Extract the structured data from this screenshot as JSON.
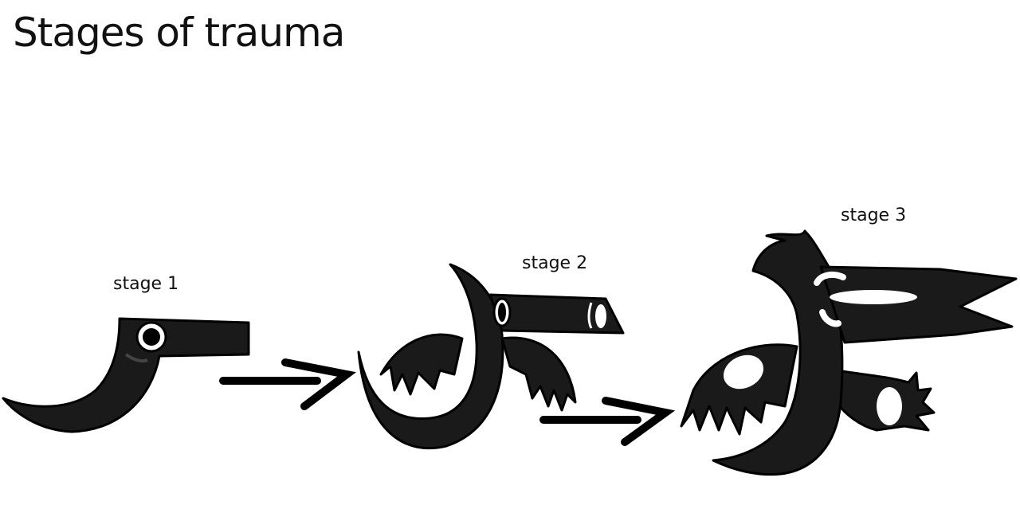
{
  "title": "Stages of trauma",
  "stages": [
    {
      "label": "stage 1"
    },
    {
      "label": "stage 2"
    },
    {
      "label": "stage 3"
    }
  ],
  "colors": {
    "background": "#ffffff",
    "ink": "#111111",
    "creature_fill": "#1a1a1a",
    "highlight": "#ffffff",
    "shadow": "#444444"
  }
}
